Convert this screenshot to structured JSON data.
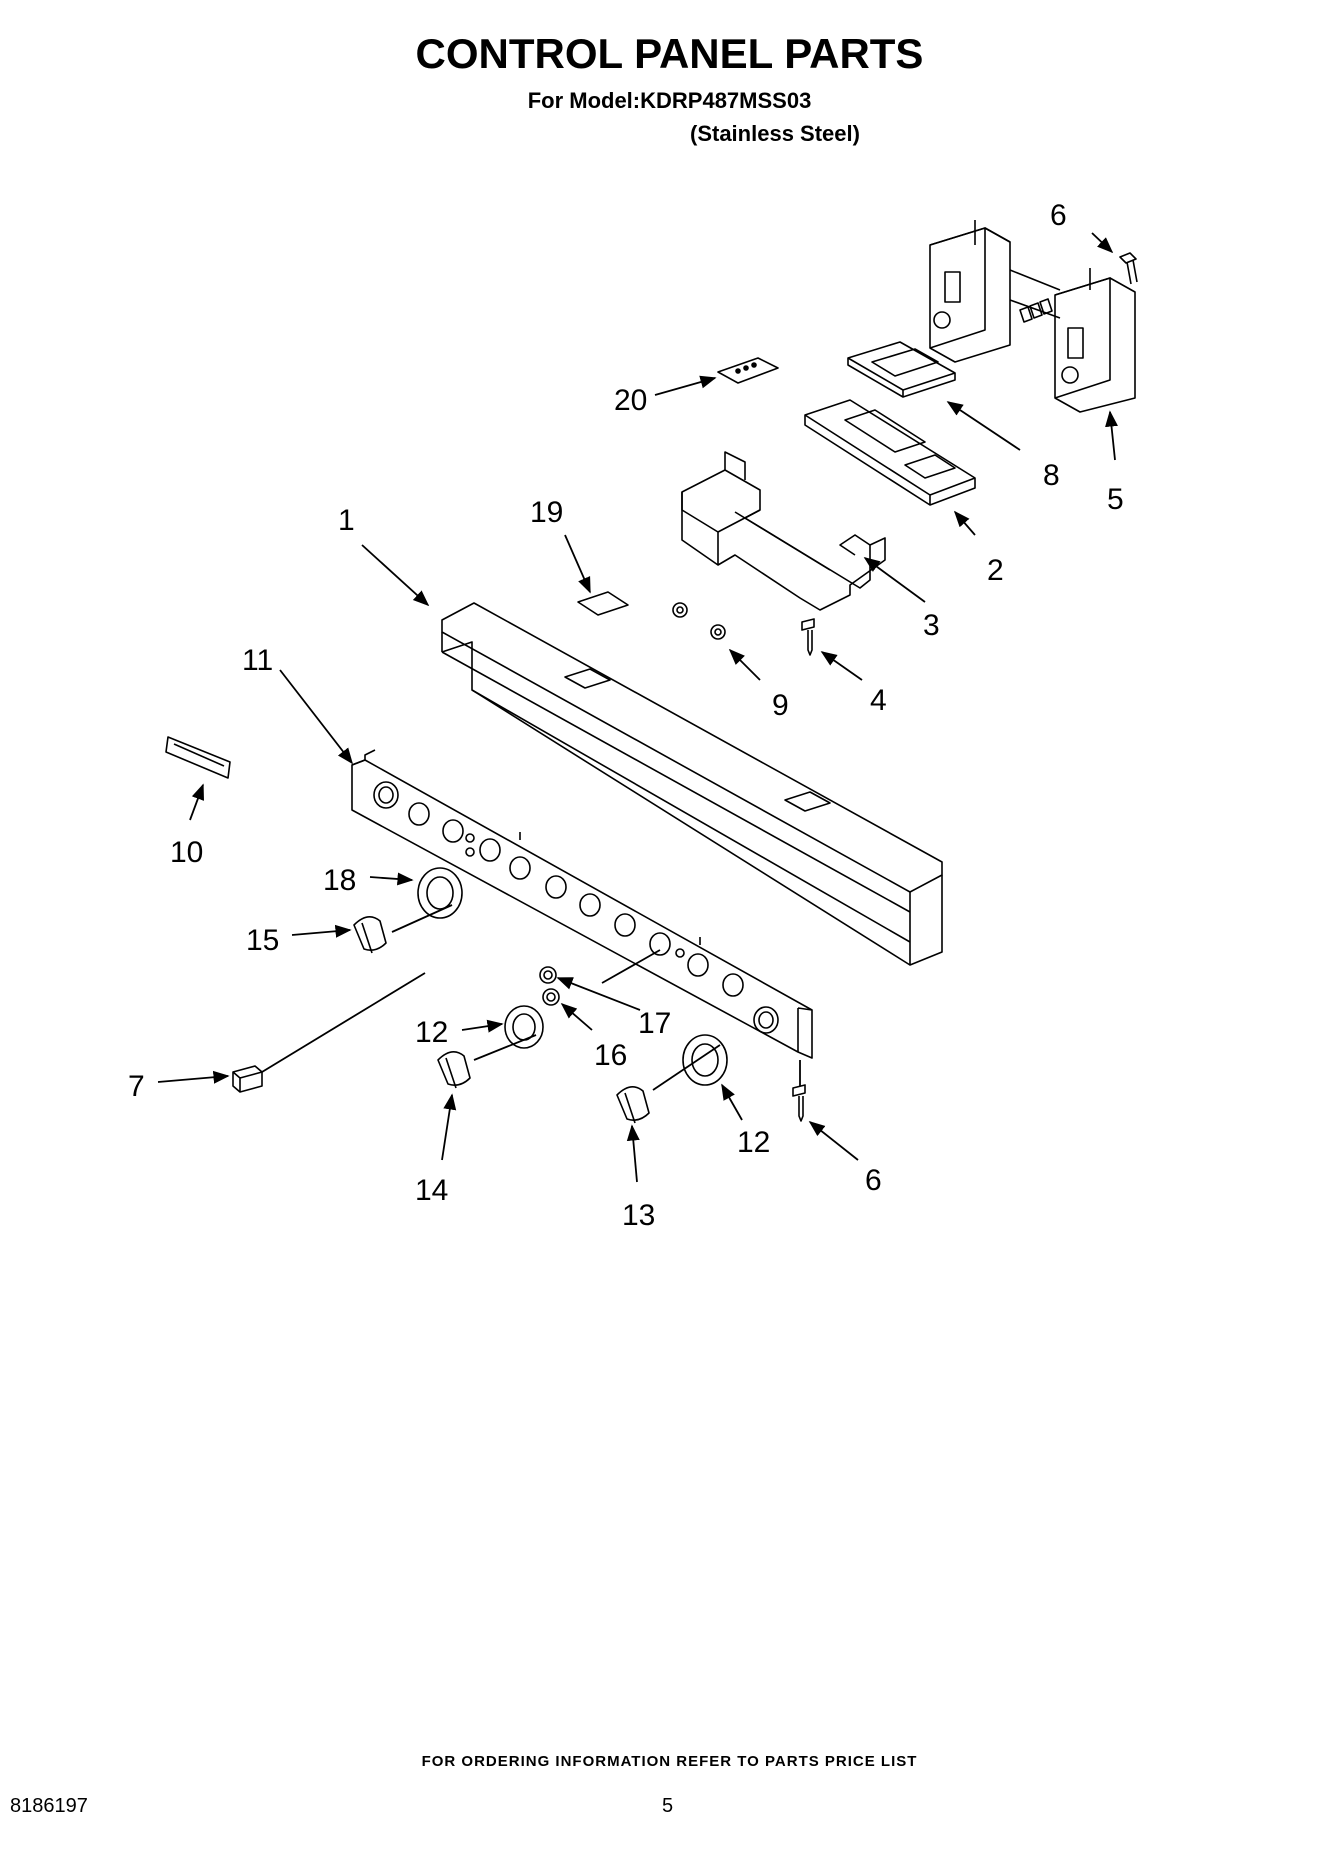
{
  "header": {
    "title": "CONTROL PANEL PARTS",
    "model_line": "For Model:KDRP487MSS03",
    "finish_line": "(Stainless Steel)"
  },
  "callouts": {
    "c1": "1",
    "c2": "2",
    "c3": "3",
    "c4": "4",
    "c5": "5",
    "c6a": "6",
    "c6b": "6",
    "c7": "7",
    "c8": "8",
    "c9": "9",
    "c10": "10",
    "c11": "11",
    "c12a": "12",
    "c12b": "12",
    "c13": "13",
    "c14": "14",
    "c15": "15",
    "c16": "16",
    "c17": "17",
    "c18": "18",
    "c19": "19",
    "c20": "20"
  },
  "footer": {
    "note": "FOR ORDERING INFORMATION REFER TO PARTS PRICE LIST",
    "doc_number": "8186197",
    "page_number": "5"
  }
}
